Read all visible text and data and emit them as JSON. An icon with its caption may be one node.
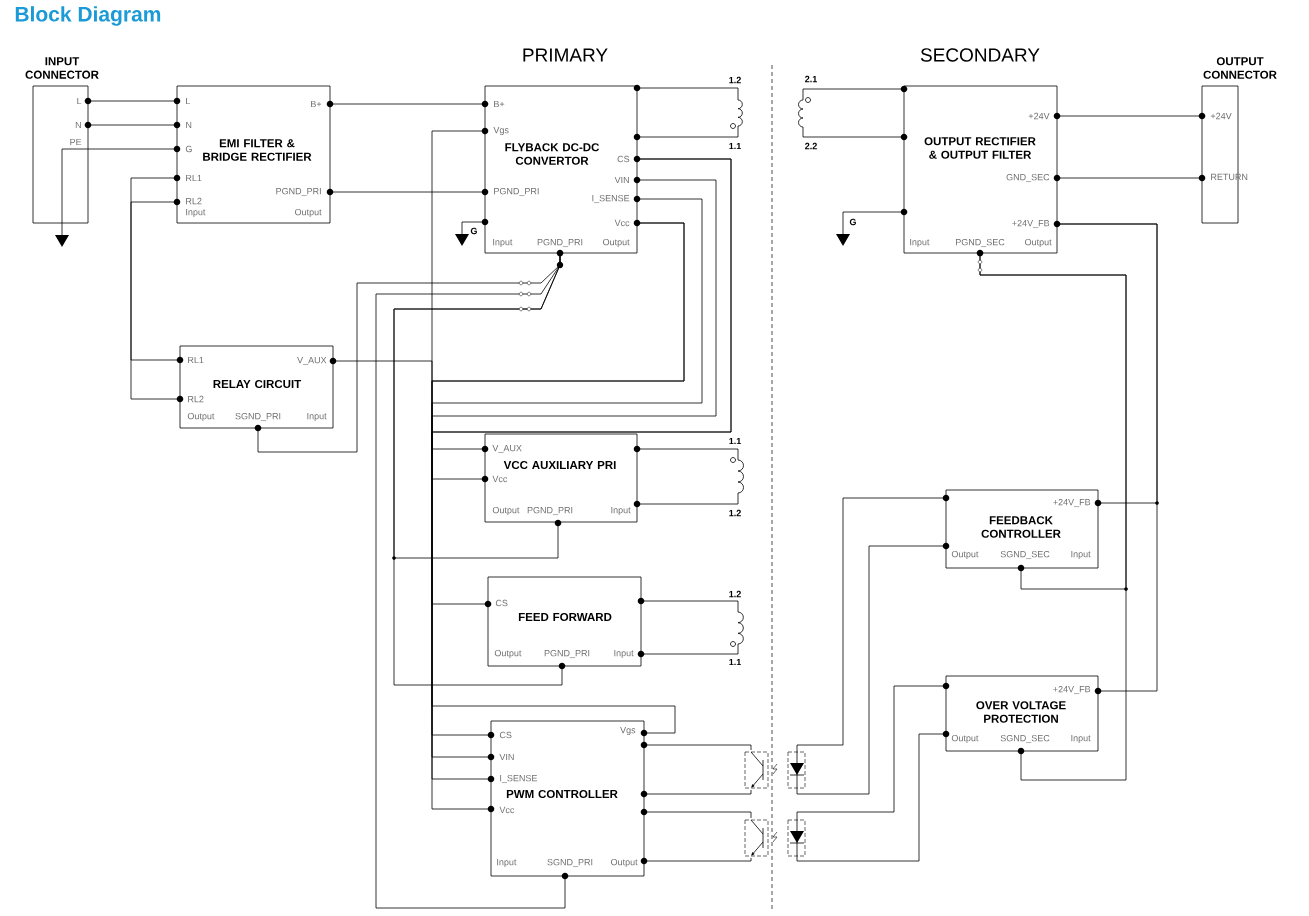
{
  "diagram": {
    "title": "Block Diagram",
    "nodes": [
      {
        "text": [
          "INPUT CONNECTOR",
          "L",
          "N",
          "PE"
        ]
      },
      {
        "text": [
          "EMI FILTER & BRIDGE RECTIFIER",
          "L",
          "B+",
          "N",
          "G",
          "RL1",
          "PGND_PRI",
          "RL2",
          "Input",
          "Output"
        ]
      },
      {
        "text": [
          "FLYBACK DC-DC CONVERTOR",
          "B+",
          "Vgs",
          "CS",
          "VIN",
          "PGND_PRI",
          "I_SENSE",
          "Vcc",
          "Input",
          "PGND_PRI",
          "Output"
        ]
      },
      {
        "text": [],
        "shape": "coil",
        "beside": [
          "1.2",
          "1.1"
        ]
      },
      {
        "text": [
          "RELAY CIRCUIT",
          "RL1",
          "V_AUX",
          "RL2",
          "Output",
          "SGND_PRI",
          "Input"
        ]
      },
      {
        "text": [
          "VCC AUXILIARY PRI",
          "V_AUX",
          "Vcc",
          "Output",
          "PGND_PRI",
          "Input"
        ]
      },
      {
        "text": [],
        "shape": "coil",
        "beside": [
          "1.1",
          "1.2"
        ]
      },
      {
        "text": [
          "FEED FORWARD",
          "CS",
          "Output",
          "PGND_PRI",
          "Input"
        ]
      },
      {
        "text": [],
        "shape": "coil",
        "beside": [
          "1.2",
          "1.1"
        ]
      },
      {
        "text": [
          "PWM CONTROLLER",
          "Vgs",
          "CS",
          "VIN",
          "I_SENSE",
          "Vcc",
          "Input",
          "SGND_PRI",
          "Output"
        ]
      },
      {
        "text": [],
        "shape": "optocoupler"
      },
      {
        "text": [],
        "shape": "optocoupler"
      },
      {
        "text": [],
        "shape": "coil",
        "beside": [
          "2.1",
          "2.2"
        ]
      },
      {
        "text": [
          "OUTPUT RECTIFIER & OUTPUT FILTER",
          "+24V",
          "GND_SEC",
          "+24V_FB",
          "Input",
          "PGND_SEC",
          "Output"
        ]
      },
      {
        "text": [
          "OUTPUT CONNECTOR",
          "+24V",
          "RETURN"
        ]
      },
      {
        "text": [
          "FEEDBACK CONTROLLER",
          "+24V_FB",
          "Output",
          "SGND_SEC",
          "Input"
        ]
      },
      {
        "text": [
          "OVER VOLTAGE PROTECTION",
          "+24V_FB",
          "Output",
          "SGND_SEC",
          "Input"
        ]
      },
      {
        "text": [],
        "shape": "ground"
      },
      {
        "text": [],
        "shape": "ground",
        "beside": [
          "G"
        ]
      },
      {
        "text": [],
        "shape": "ground",
        "beside": [
          "G"
        ]
      }
    ],
    "edges": [
      {
        "from": 0,
        "to": 1,
        "arrow": "none"
      },
      {
        "from": 0,
        "to": 1,
        "arrow": "none"
      },
      {
        "from": 0,
        "to": 1,
        "arrow": "none"
      },
      {
        "from": 1,
        "to": 2,
        "arrow": "none"
      },
      {
        "from": 1,
        "to": 2,
        "arrow": "none"
      },
      {
        "from": 2,
        "to": 3,
        "arrow": "none"
      },
      {
        "from": 2,
        "to": 3,
        "arrow": "none"
      },
      {
        "from": 2,
        "to": 18,
        "arrow": "none"
      },
      {
        "from": 13,
        "to": 12,
        "arrow": "none"
      },
      {
        "from": 13,
        "to": 12,
        "arrow": "none"
      },
      {
        "from": 13,
        "to": 19,
        "arrow": "none"
      },
      {
        "from": 13,
        "to": 14,
        "arrow": "none"
      },
      {
        "from": 13,
        "to": 14,
        "arrow": "none"
      },
      {
        "from": 5,
        "to": 6,
        "arrow": "none"
      },
      {
        "from": 5,
        "to": 6,
        "arrow": "none"
      },
      {
        "from": 7,
        "to": 8,
        "arrow": "none"
      },
      {
        "from": 7,
        "to": 8,
        "arrow": "none"
      },
      {
        "from": 9,
        "to": 10,
        "arrow": "none"
      },
      {
        "from": 9,
        "to": 10,
        "arrow": "none"
      },
      {
        "from": 9,
        "to": 11,
        "arrow": "none"
      },
      {
        "from": 9,
        "to": 11,
        "arrow": "none"
      },
      {
        "from": 10,
        "to": 15,
        "arrow": "none"
      },
      {
        "from": 10,
        "to": 15,
        "arrow": "none"
      },
      {
        "from": 11,
        "to": 16,
        "arrow": "none"
      },
      {
        "from": 11,
        "to": 16,
        "arrow": "none"
      },
      {
        "from": 13,
        "to": 15,
        "arrow": "none"
      },
      {
        "from": 13,
        "to": 16,
        "arrow": "none"
      },
      {
        "from": 13,
        "to": 15,
        "arrow": "none"
      },
      {
        "from": 13,
        "to": 16,
        "arrow": "none"
      },
      {
        "from": 1,
        "to": 4,
        "arrow": "none"
      },
      {
        "from": 1,
        "to": 4,
        "arrow": "none"
      },
      {
        "from": 4,
        "to": 5,
        "arrow": "none"
      },
      {
        "from": 2,
        "to": 5,
        "arrow": "none"
      },
      {
        "from": 2,
        "to": 9,
        "arrow": "none"
      },
      {
        "from": 2,
        "to": 9,
        "arrow": "none"
      },
      {
        "from": 2,
        "to": 9,
        "arrow": "none"
      },
      {
        "from": 2,
        "to": 9,
        "arrow": "none"
      },
      {
        "from": 2,
        "to": 7,
        "arrow": "none"
      },
      {
        "from": 9,
        "to": 2,
        "arrow": "none"
      },
      {
        "from": 2,
        "to": 4,
        "arrow": "none"
      },
      {
        "from": 2,
        "to": 9,
        "arrow": "none"
      },
      {
        "from": 2,
        "to": 7,
        "arrow": "none"
      },
      {
        "from": 2,
        "to": 5,
        "arrow": "none"
      },
      {
        "from": 0,
        "to": 17,
        "arrow": "none"
      }
    ],
    "labels": [
      "PRIMARY",
      "SECONDARY"
    ]
  }
}
